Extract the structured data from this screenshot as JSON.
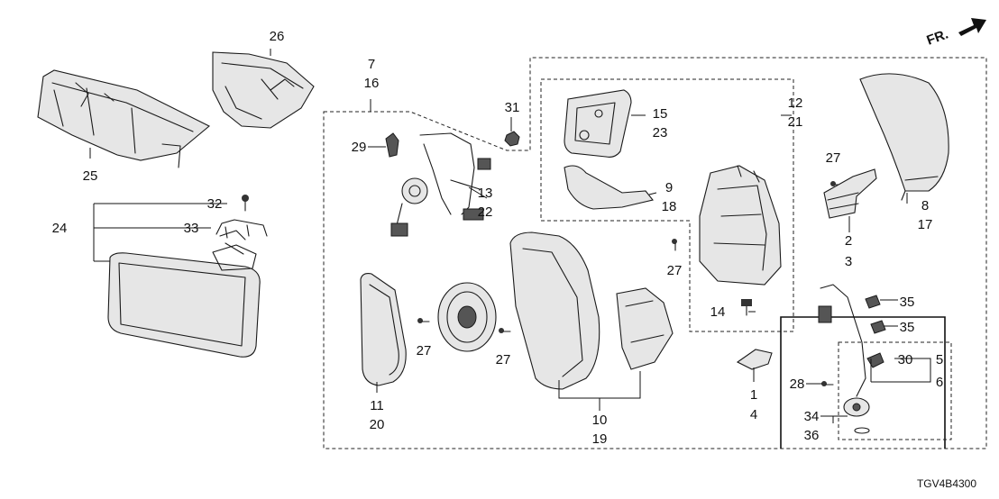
{
  "direction_indicator": {
    "label": "FR."
  },
  "diagram_code": "TGV4B4300",
  "callouts": {
    "c1": "1",
    "c2": "2",
    "c3": "3",
    "c4": "4",
    "c5": "5",
    "c6": "6",
    "c7": "7",
    "c8": "8",
    "c9": "9",
    "c10": "10",
    "c11": "11",
    "c12": "12",
    "c13": "13",
    "c14": "14",
    "c15": "15",
    "c16": "16",
    "c17": "17",
    "c18": "18",
    "c19": "19",
    "c20": "20",
    "c21": "21",
    "c22": "22",
    "c23": "23",
    "c24": "24",
    "c25": "25",
    "c26": "26",
    "c27": "27",
    "c28": "28",
    "c29": "29",
    "c30": "30",
    "c31": "31",
    "c32": "32",
    "c33": "33",
    "c34": "34",
    "c35": "35",
    "c36": "36"
  }
}
